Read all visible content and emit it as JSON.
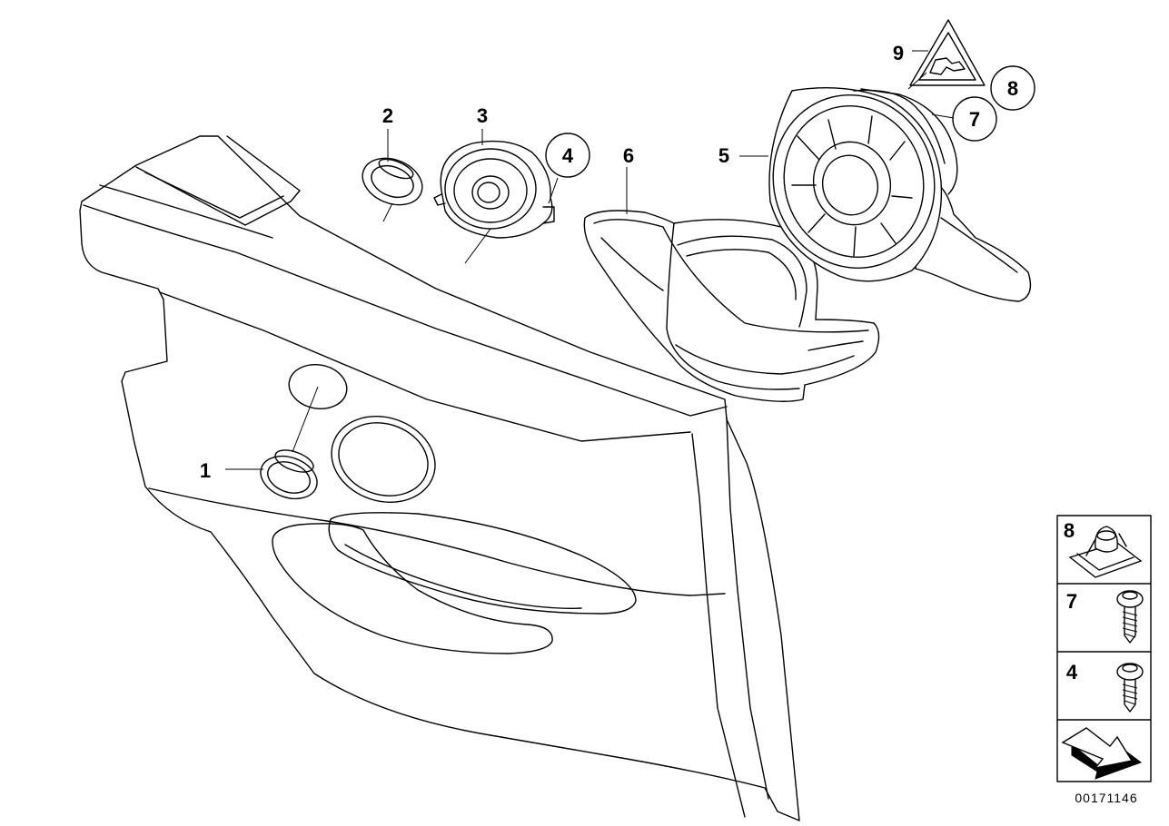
{
  "diagram": {
    "callouts": [
      {
        "id": "1",
        "label": "1",
        "circled": false
      },
      {
        "id": "2",
        "label": "2",
        "circled": false
      },
      {
        "id": "3",
        "label": "3",
        "circled": false
      },
      {
        "id": "4",
        "label": "4",
        "circled": true
      },
      {
        "id": "5",
        "label": "5",
        "circled": false
      },
      {
        "id": "6",
        "label": "6",
        "circled": false
      },
      {
        "id": "7",
        "label": "7",
        "circled": true
      },
      {
        "id": "8",
        "label": "8",
        "circled": true
      },
      {
        "id": "9",
        "label": "9",
        "circled": false
      }
    ],
    "legend": [
      {
        "label": "8",
        "icon": "clip-nut-icon"
      },
      {
        "label": "7",
        "icon": "screw-icon"
      },
      {
        "label": "4",
        "icon": "screw-icon"
      },
      {
        "label": "",
        "icon": "arrow-icon"
      }
    ],
    "code": "00171146"
  }
}
